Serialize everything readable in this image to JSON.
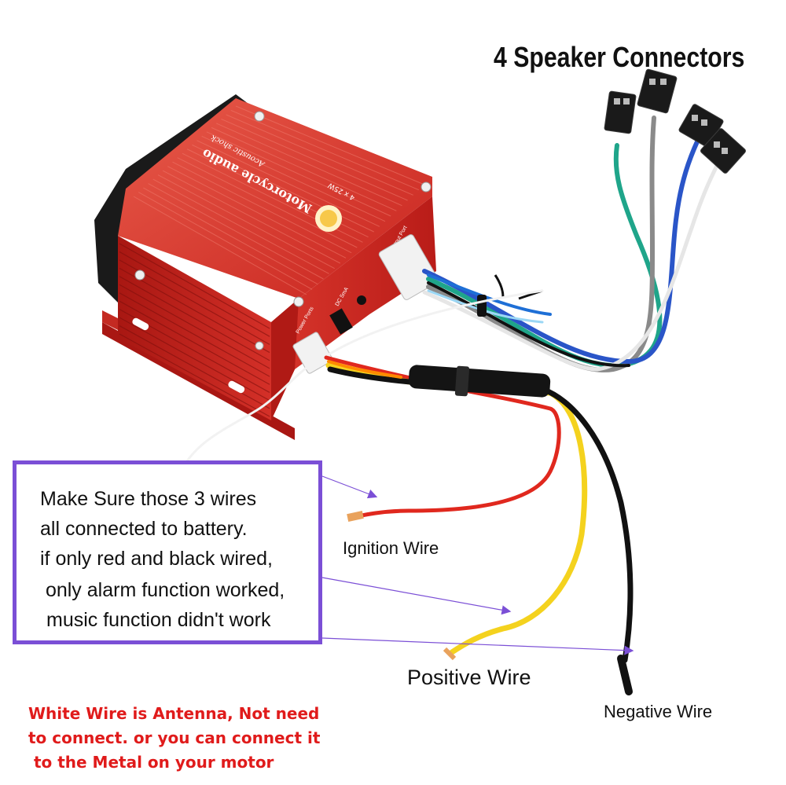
{
  "title": "4 Speaker Connectors",
  "note": {
    "lines": [
      "Make Sure those 3 wires",
      "all connected to battery.",
      "if only red and black wired,",
      " only alarm function worked,",
      "music function didn't work"
    ]
  },
  "labels": {
    "ignition": "Ignition Wire",
    "positive": "Positive Wire",
    "negative": "Negative Wire"
  },
  "antenna_note": {
    "lines": [
      "White Wire is Antenna, Not need",
      "to connect. or you can connect it",
      " to the Metal on your motor"
    ]
  },
  "device": {
    "top_label": "Motorcycle audio",
    "sub_label": "Acoustic shock",
    "power_label": "4 x 25W",
    "port_labels": [
      "Power Ports",
      "DC 5mA",
      "Output Port"
    ]
  },
  "colors": {
    "amp_body": "#d8322a",
    "note_border": "#7b4fd6",
    "arrow": "#7b4fd6",
    "antenna_text": "#e01b1b"
  }
}
